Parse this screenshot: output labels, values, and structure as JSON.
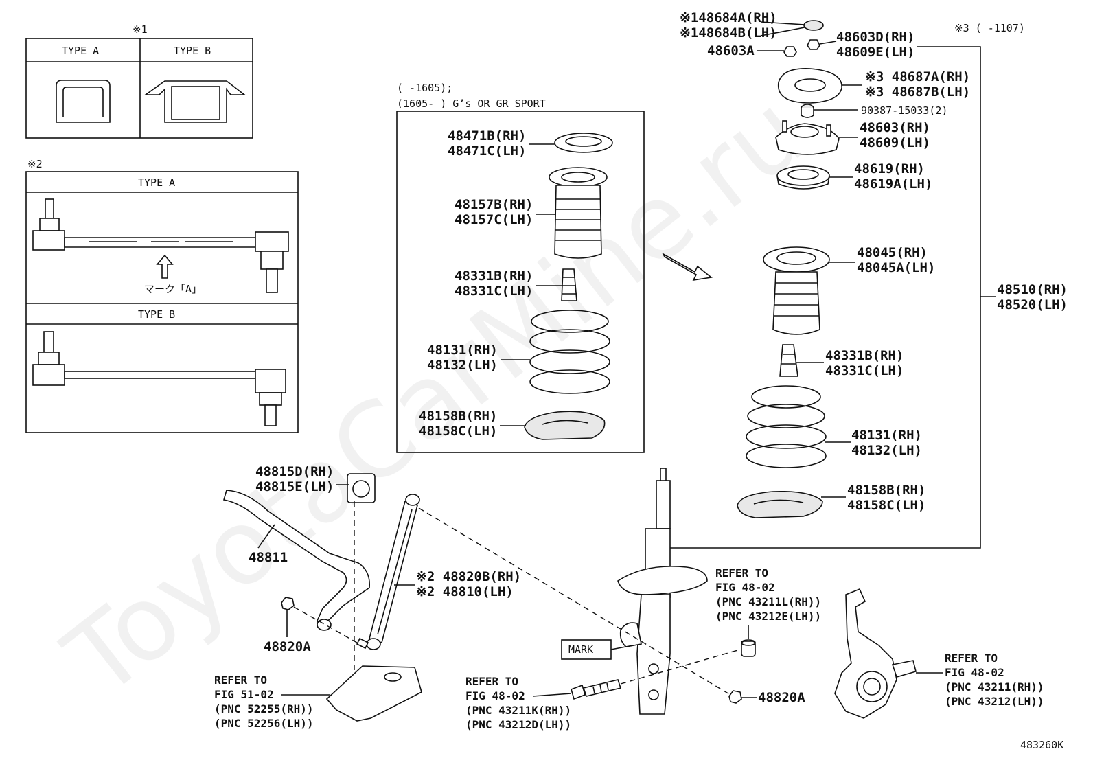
{
  "watermark": "ToyotaCarMine.ru",
  "figure_id": "483260K",
  "inset1": {
    "mark": "※1",
    "type_a": "TYPE A",
    "type_b": "TYPE B"
  },
  "inset2": {
    "mark": "※2",
    "type_a": "TYPE A",
    "type_b": "TYPE B",
    "mark_a": "マーク「A」"
  },
  "box_gs": {
    "line1": "(      -1605);",
    "line2": "(1605-      ) G’s OR GR SPORT"
  },
  "box_gs_parts": [
    {
      "rh": "48471B(RH)",
      "lh": "48471C(LH)"
    },
    {
      "rh": "48157B(RH)",
      "lh": "48157C(LH)"
    },
    {
      "rh": "48331B(RH)",
      "lh": "48331C(LH)"
    },
    {
      "rh": "48131(RH)",
      "lh": "48132(LH)"
    },
    {
      "rh": "48158B(RH)",
      "lh": "48158C(LH)"
    }
  ],
  "mount_parts": {
    "cap_rh": "※148684A(RH)",
    "cap_lh": "※148684B(LH)",
    "nut": "48603A",
    "nut2_rh": "48603D(RH)",
    "nut2_lh": "48609E(LH)",
    "date_note": "※3 (     -1107)",
    "plate_rh": "※3 48687A(RH)",
    "plate_lh": "※3 48687B(LH)",
    "collar": "90387-15033(2)",
    "support_rh": "48603(RH)",
    "support_lh": "48609(LH)",
    "bearing_rh": "48619(RH)",
    "bearing_lh": "48619A(LH)",
    "seat_rh": "48045(RH)",
    "seat_lh": "48045A(LH)",
    "bumper_rh": "48331B(RH)",
    "bumper_lh": "48331C(LH)",
    "spring_rh": "48131(RH)",
    "spring_lh": "48132(LH)",
    "insul_rh": "48158B(RH)",
    "insul_lh": "48158C(LH)",
    "assy_rh": "48510(RH)",
    "assy_lh": "48520(LH)"
  },
  "stab": {
    "bush_rh": "48815D(RH)",
    "bush_lh": "48815E(LH)",
    "bar": "48811",
    "link_rh": "※2 48820B(RH)",
    "link_lh": "※2 48810(LH)",
    "nut_left": "48820A",
    "nut_right": "48820A",
    "mark": "MARK"
  },
  "refs": {
    "ref_51": [
      "REFER TO",
      "FIG 51-02",
      "(PNC 52255(RH))",
      "(PNC 52256(LH))"
    ],
    "ref_bolt": [
      "REFER TO",
      "FIG 48-02",
      "(PNC 43211K(RH))",
      "(PNC 43212D(LH))"
    ],
    "ref_knuckle_top": [
      "REFER TO",
      "FIG 48-02",
      "(PNC 43211L(RH))",
      "(PNC 43212E(LH))"
    ],
    "ref_knuckle": [
      "REFER TO",
      "FIG 48-02",
      "(PNC 43211(RH))",
      "(PNC 43212(LH))"
    ]
  }
}
